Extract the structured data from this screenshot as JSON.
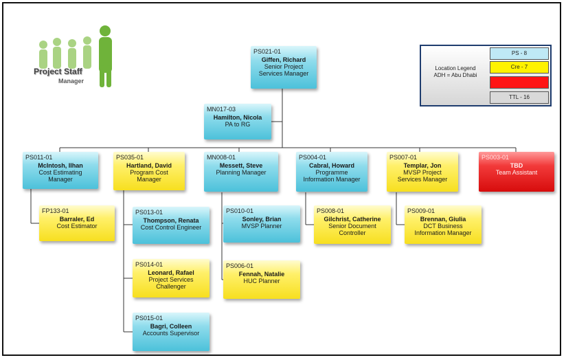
{
  "logo": {
    "line1": "Project Staff",
    "line2": "Manager"
  },
  "legend": {
    "label_line1": "Location Legend",
    "label_line2": "ADH = Abu Dhabi",
    "items": [
      {
        "text": "PS - 8",
        "color": "#bfe9f6"
      },
      {
        "text": "Cre - 7",
        "color": "#fff200"
      },
      {
        "text": "",
        "color": "#ff1414"
      },
      {
        "text": "TTL - 16",
        "color": "#d9d9d9"
      }
    ]
  },
  "nodes": {
    "root": {
      "code": "PS021-01",
      "name": "Giffen, Richard",
      "title1": "Senior Project",
      "title2": "Services Manager"
    },
    "assist": {
      "code": "MN017-03",
      "name": "Hamilton, Nicola",
      "title1": "PA to RG",
      "title2": ""
    },
    "n1": {
      "code": "PS011-01",
      "name": "McIntosh, Ilhan",
      "title1": "Cost Estimating",
      "title2": "Manager"
    },
    "n2": {
      "code": "PS035-01",
      "name": "Hartland, David",
      "title1": "Program Cost",
      "title2": "Manager"
    },
    "n3": {
      "code": "MN008-01",
      "name": "Messett, Steve",
      "title1": "Planning Manager",
      "title2": ""
    },
    "n4": {
      "code": "PS004-01",
      "name": "Cabral, Howard",
      "title1": "Programme",
      "title2": "Information Manager"
    },
    "n5": {
      "code": "PS007-01",
      "name": "Templar, Jon",
      "title1": "MVSP Project",
      "title2": "Services Manager"
    },
    "n6": {
      "code": "PS003-01",
      "name": "TBD",
      "title1": "Team Assistant",
      "title2": ""
    },
    "c1a": {
      "code": "FP133-01",
      "name": "Barraler, Ed",
      "title1": "Cost Estimator",
      "title2": ""
    },
    "c2a": {
      "code": "PS013-01",
      "name": "Thompson, Renata",
      "title1": "Cost Control Engineer",
      "title2": ""
    },
    "c2b": {
      "code": "PS014-01",
      "name": "Leonard, Rafael",
      "title1": "Project Services",
      "title2": "Challenger"
    },
    "c2c": {
      "code": "PS015-01",
      "name": "Bagri, Colleen",
      "title1": "Accounts Supervisor",
      "title2": ""
    },
    "c3a": {
      "code": "PS010-01",
      "name": "Sonley, Brian",
      "title1": "MVSP Planner",
      "title2": ""
    },
    "c3b": {
      "code": "PS006-01",
      "name": "Fennah, Natalie",
      "title1": "HUC Planner",
      "title2": ""
    },
    "c4a": {
      "code": "PS008-01",
      "name": "Gilchrist, Catherine",
      "title1": "Senior Document",
      "title2": "Controller"
    },
    "c5a": {
      "code": "PS009-01",
      "name": "Brennan, Giulia",
      "title1": "DCT Business",
      "title2": "Information Manager"
    }
  }
}
